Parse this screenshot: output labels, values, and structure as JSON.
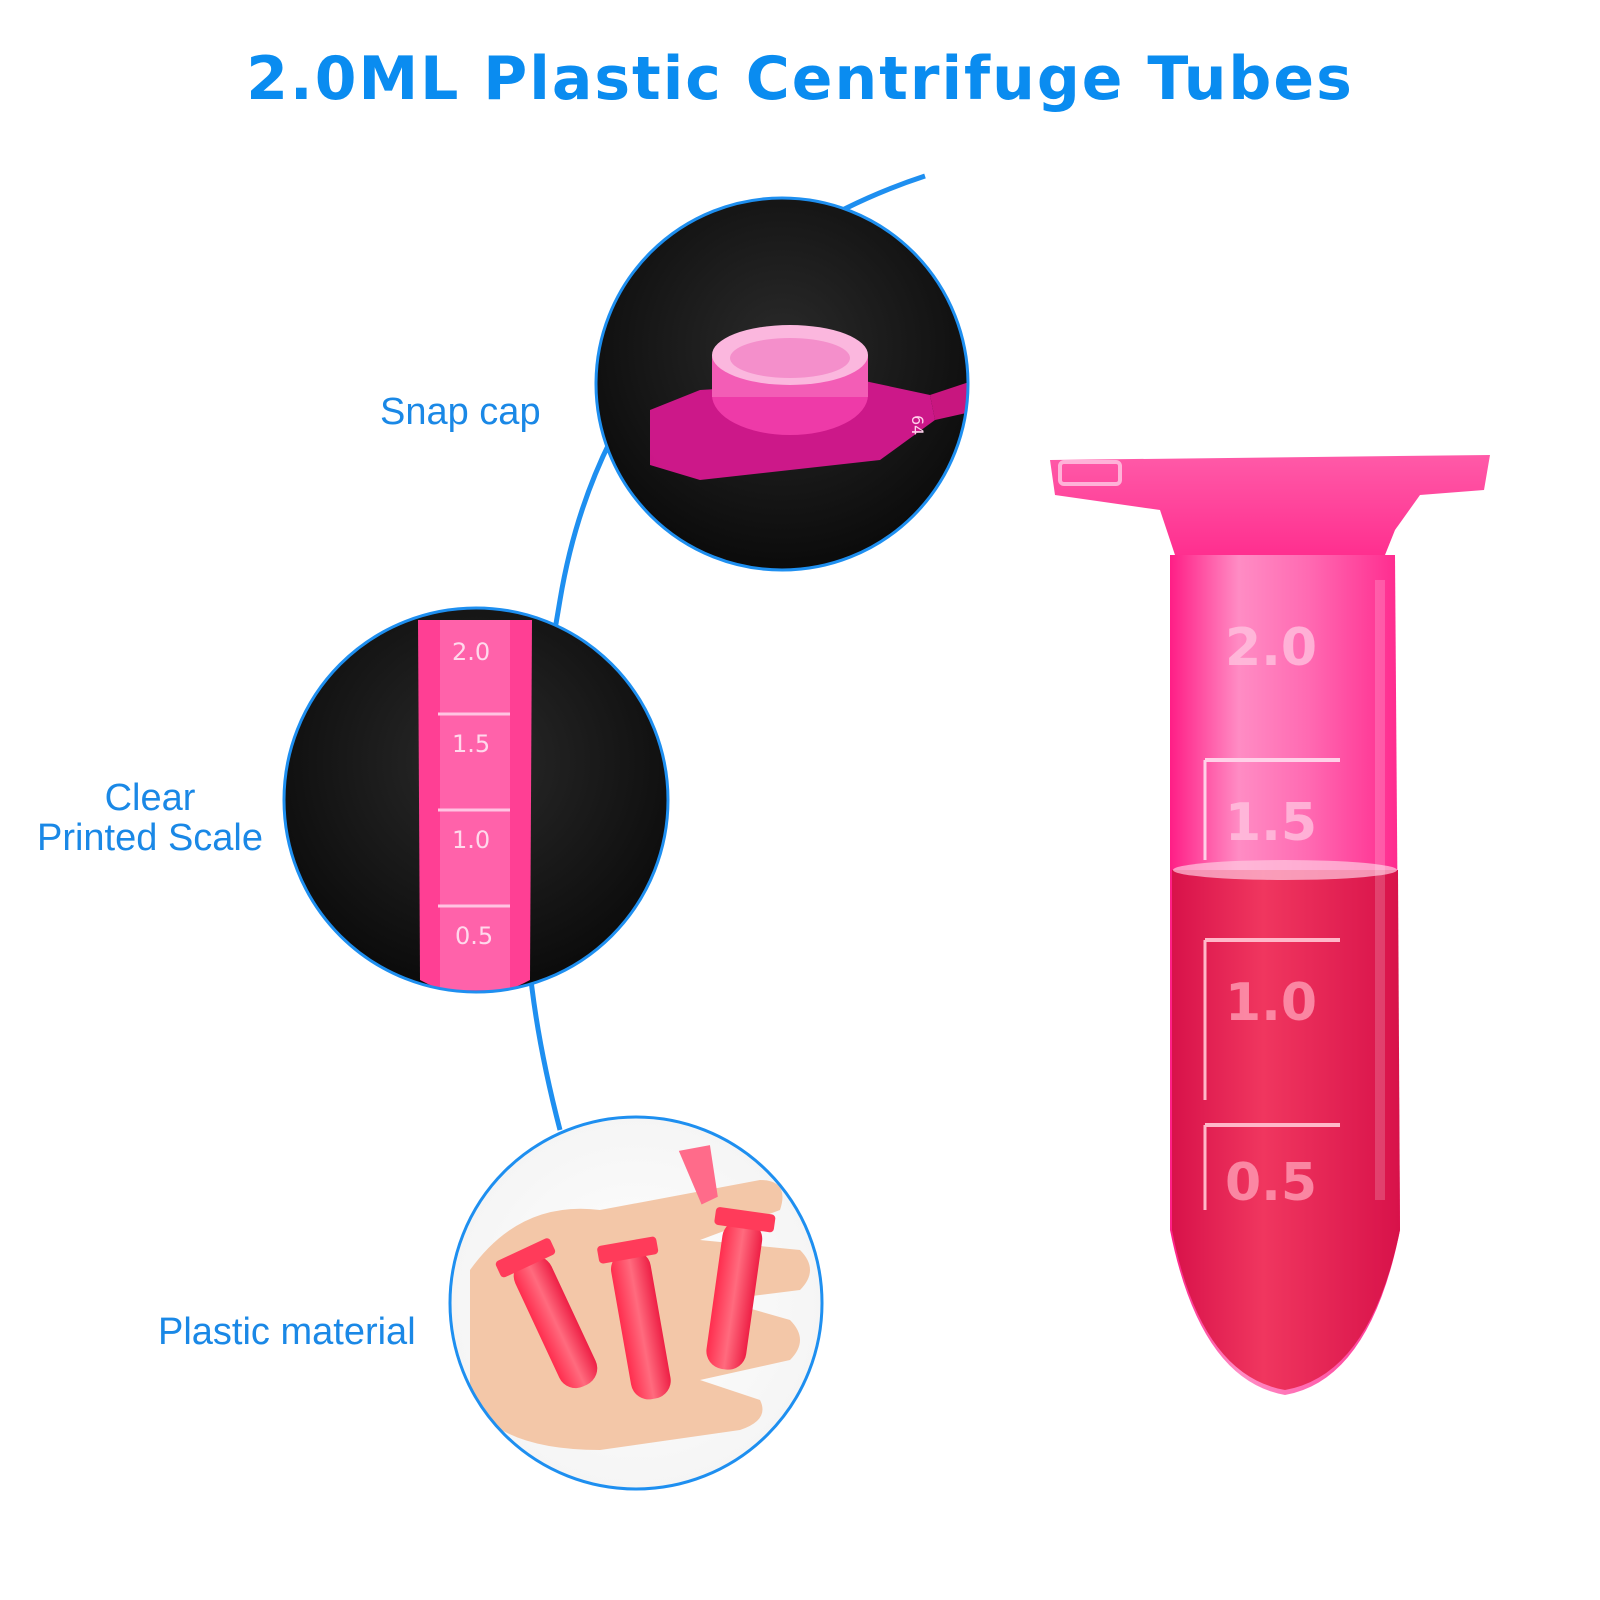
{
  "title": "2.0ML Plastic Centrifuge Tubes",
  "callouts": {
    "snap_cap": "Snap cap",
    "scale_line1": "Clear",
    "scale_line2": "Printed Scale",
    "plastic": "Plastic material"
  },
  "graduations": [
    "2.0",
    "1.5",
    "1.0",
    "0.5"
  ],
  "colors": {
    "title": "#0a8cf0",
    "label": "#1a88e6",
    "connector": "#1e8ff0",
    "tube": "#ff2f8f",
    "liquid": "#e8204f",
    "circle_bg": "#121212"
  }
}
